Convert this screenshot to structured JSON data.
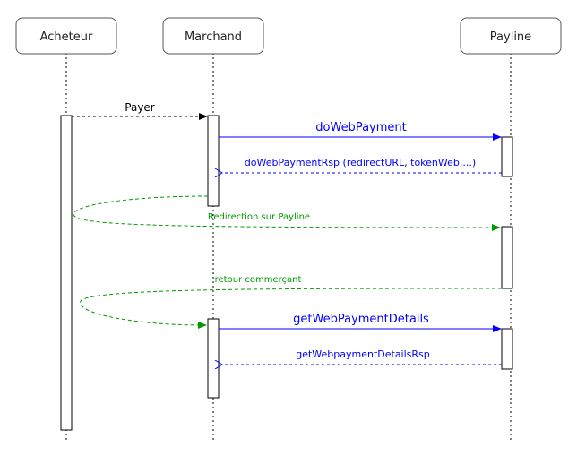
{
  "participants": {
    "acheteur": "Acheteur",
    "marchand": "Marchand",
    "payline": "Payline"
  },
  "messages": {
    "payer": "Payer",
    "do_web_payment": "doWebPayment",
    "do_web_payment_rsp": "doWebPaymentRsp (redirectURL, tokenWeb,...)",
    "redirection": "Redirection sur Payline",
    "retour": "retour commerçant",
    "get_details": "getWebPaymentDetails",
    "get_details_rsp": "getWebpaymentDetailsRsp"
  },
  "colors": {
    "line": "#000000",
    "blue": "#0000ff",
    "green": "#009900",
    "box_border": "#555555"
  }
}
